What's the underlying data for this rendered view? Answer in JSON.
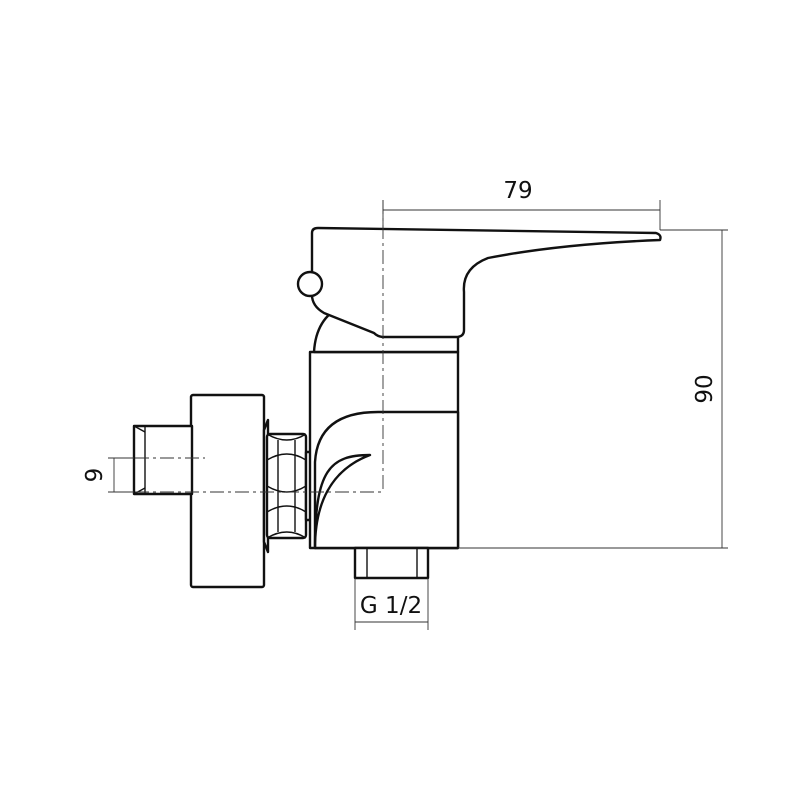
{
  "dimensions": {
    "width": "79",
    "height": "90",
    "outlet_offset": "9",
    "thread_size": "G 1/2"
  }
}
